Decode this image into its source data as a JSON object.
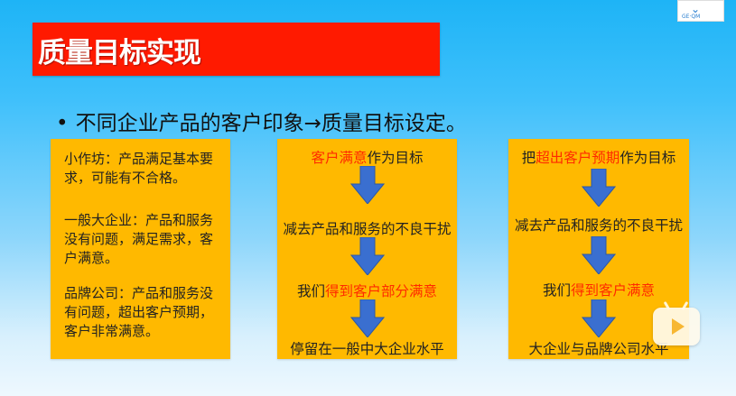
{
  "slide": {
    "title": "质量目标实现",
    "bullet": "不同企业产品的客户印象→质量目标设定。",
    "bullet_marker": "•"
  },
  "logo": {
    "icon": "chevron-logo-icon",
    "text": "GE·QM"
  },
  "left_box": {
    "paragraphs": [
      "小作坊：产品满足基本要求，可能有不合格。",
      "一般大企业：产品和服务没有问题，满足需求，客户满意。",
      "品牌公司：产品和服务没有问题，超出客户预期，客户非常满意。"
    ]
  },
  "middle_flow": {
    "steps": [
      {
        "red": "客户满意",
        "prefix": "",
        "suffix": "作为目标"
      },
      {
        "red": "",
        "prefix": "减去产品和服务的不良干扰",
        "suffix": ""
      },
      {
        "red": "得到客户部分满意",
        "prefix": "我们",
        "suffix": ""
      },
      {
        "red": "",
        "prefix": "停留在一般中大企业水平",
        "suffix": ""
      }
    ]
  },
  "right_flow": {
    "steps": [
      {
        "red": "超出客户预期",
        "prefix": "把",
        "suffix": "作为目标"
      },
      {
        "red": "",
        "prefix": "减去产品和服务的不良干扰",
        "suffix": ""
      },
      {
        "red": "得到客户满意",
        "prefix": "我们",
        "suffix": ""
      },
      {
        "red": "",
        "prefix": "大企业与品牌公司水平",
        "suffix": ""
      }
    ]
  },
  "colors": {
    "title_bar": "#ff1a00",
    "box_fill": "#ffb900",
    "arrow": "#3a6fd0",
    "highlight": "#ff2a00"
  },
  "overlay": {
    "play_badge_icon": "play-icon"
  }
}
